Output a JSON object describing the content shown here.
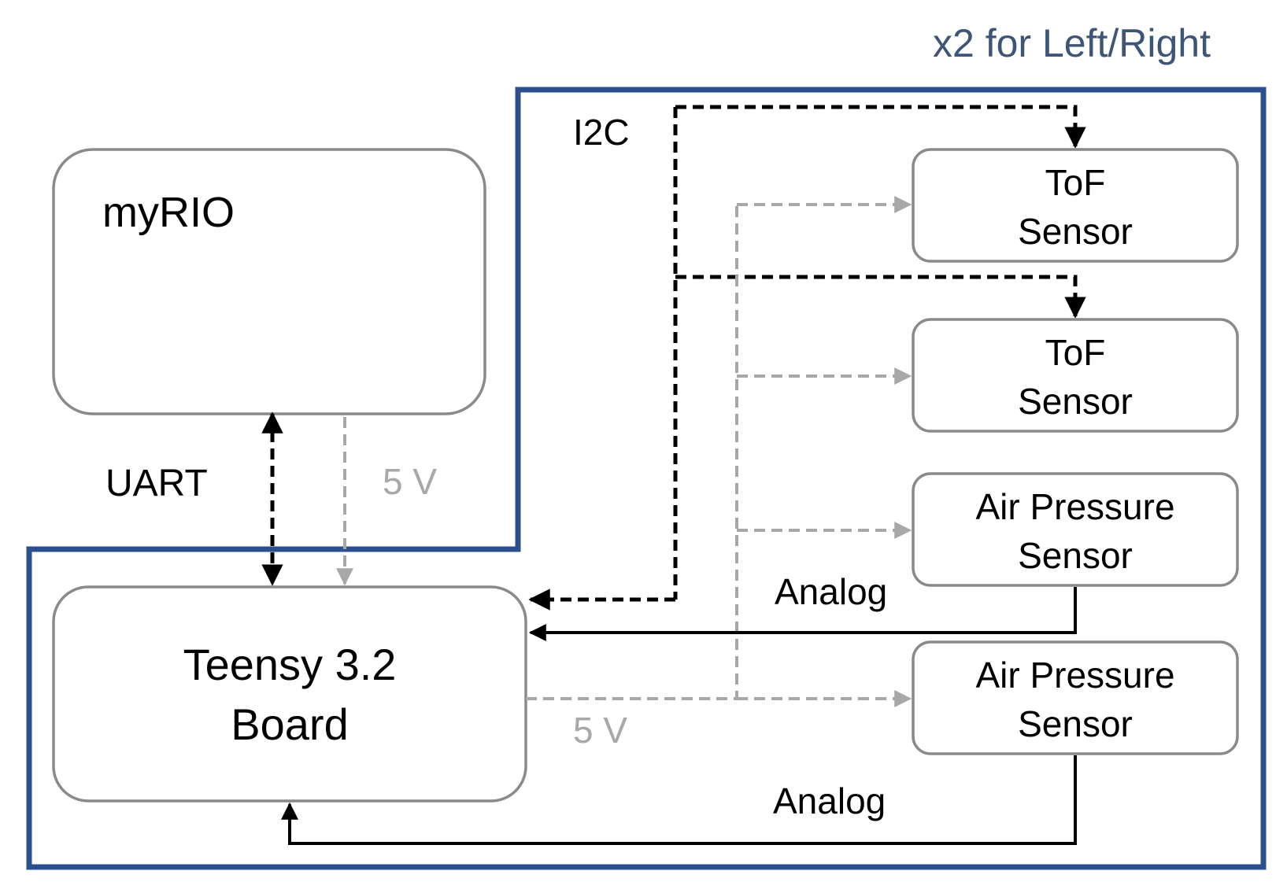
{
  "group_label": "x2 for Left/Right",
  "blocks": {
    "myrio": "myRIO",
    "teensy_line1": "Teensy 3.2",
    "teensy_line2": "Board",
    "tof1_line1": "ToF",
    "tof1_line2": "Sensor",
    "tof2_line1": "ToF",
    "tof2_line2": "Sensor",
    "air1_line1": "Air Pressure",
    "air1_line2": "Sensor",
    "air2_line1": "Air Pressure",
    "air2_line2": "Sensor"
  },
  "signals": {
    "uart": "UART",
    "power_top": "5 V",
    "i2c": "I2C",
    "power_bottom": "5 V",
    "analog1": "Analog",
    "analog2": "Analog"
  },
  "colors": {
    "boundary": "#2e4f8f",
    "group_label": "#3d5577",
    "block_border": "#8a8a8a",
    "signal": "#000000",
    "power": "#a8a8a8"
  }
}
